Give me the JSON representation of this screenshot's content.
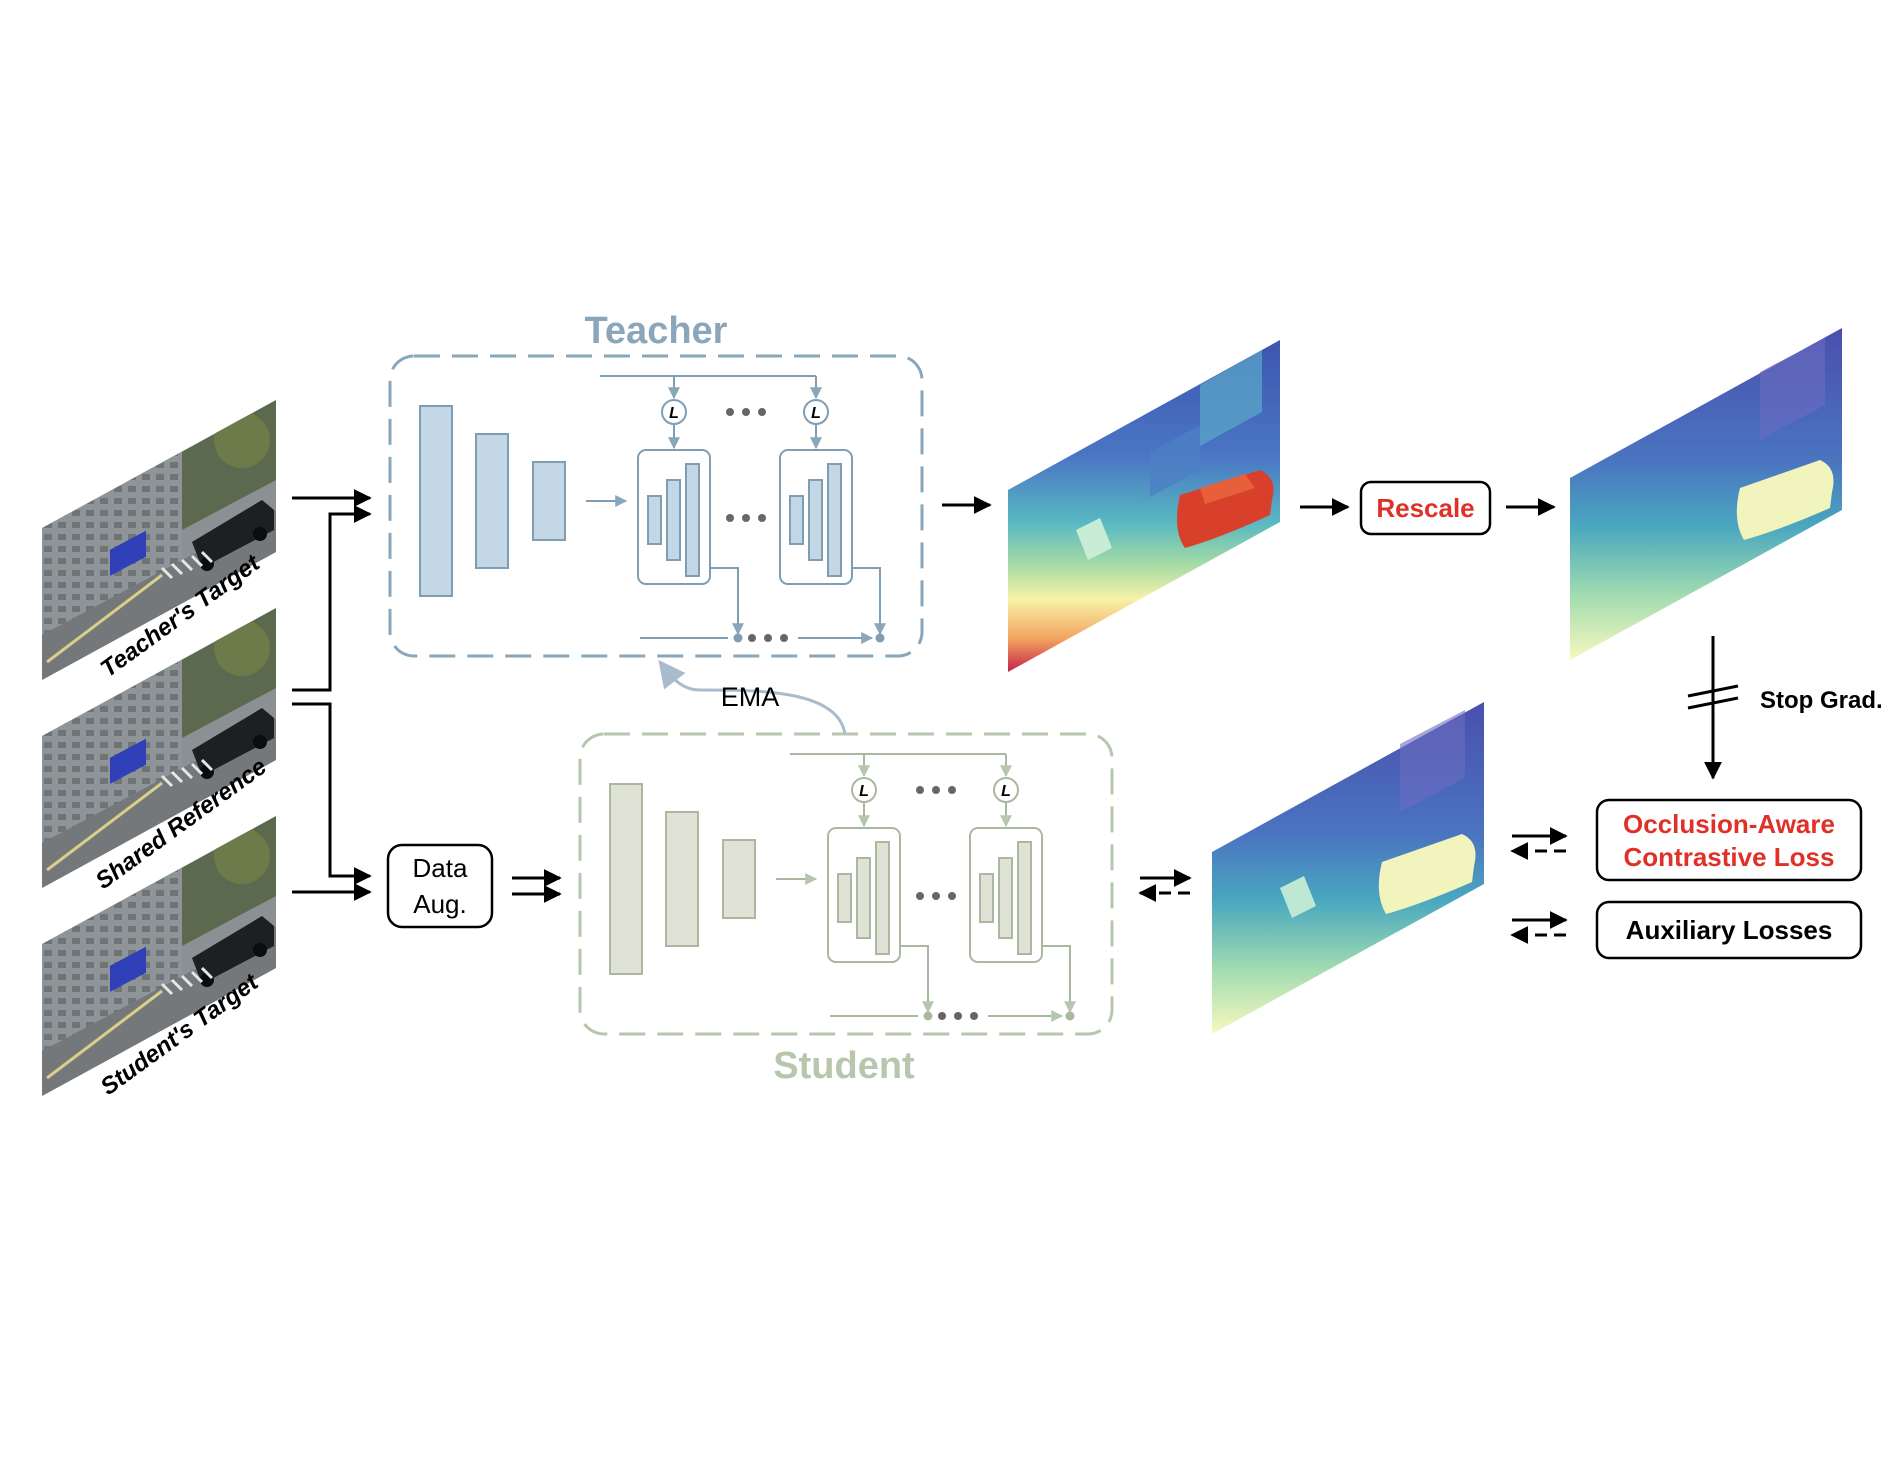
{
  "colors": {
    "teacher": "#8aa6ba",
    "teacher_fill": "#c4d7e6",
    "teacher_stroke": "#7f9db3",
    "student": "#b6c7ae",
    "student_fill": "#dfe2d5",
    "student_stroke": "#aab8a2",
    "accent_red": "#e03129",
    "ink": "#000000"
  },
  "inputs": {
    "teachers_target": "Teacher's Target",
    "shared_reference": "Shared Reference",
    "students_target": "Student's Target"
  },
  "teacher": {
    "title": "Teacher"
  },
  "student": {
    "title": "Student"
  },
  "ema_label": "EMA",
  "loss_node_symbol": "L",
  "data_aug": {
    "line1": "Data",
    "line2": "Aug."
  },
  "rescale_label": "Rescale",
  "stop_grad_label": "Stop Grad.",
  "losses": {
    "occlusion_line1": "Occlusion-Aware",
    "occlusion_line2": "Contrastive Loss",
    "auxiliary": "Auxiliary Losses"
  }
}
